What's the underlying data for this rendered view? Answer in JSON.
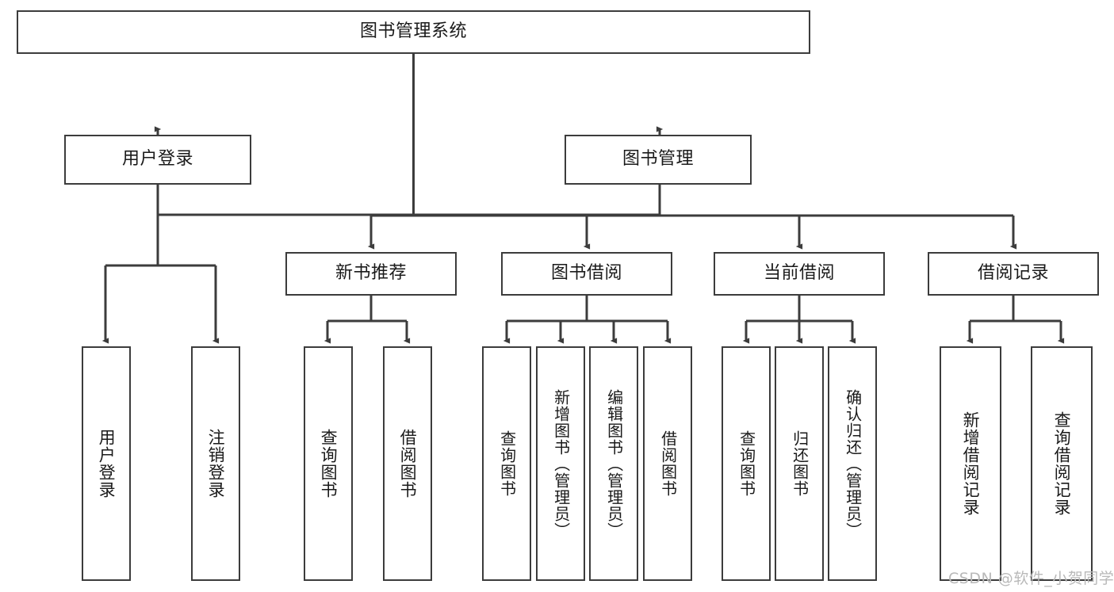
{
  "diagram": {
    "type": "tree",
    "title": "图书管理系统",
    "colors": {
      "stroke": "#3c3c3c",
      "background": "#ffffff",
      "text": "#1a1a1a",
      "watermark": "#b9b9b9"
    },
    "root": {
      "label": "图书管理系统"
    },
    "level2": [
      {
        "label": "用户登录"
      },
      {
        "label": "图书管理"
      }
    ],
    "level3": [
      {
        "label": "新书推荐"
      },
      {
        "label": "图书借阅"
      },
      {
        "label": "当前借阅"
      },
      {
        "label": "借阅记录"
      }
    ],
    "leaves": {
      "user_login": [
        {
          "label": "用户登录"
        },
        {
          "label": "注销登录"
        }
      ],
      "new_book_recommend": [
        {
          "label": "查询图书"
        },
        {
          "label": "借阅图书"
        }
      ],
      "book_borrow": [
        {
          "label": "查询图书"
        },
        {
          "label": "新增图书（管理员）"
        },
        {
          "label": "编辑图书（管理员）"
        },
        {
          "label": "借阅图书"
        }
      ],
      "current_borrow": [
        {
          "label": "查询图书"
        },
        {
          "label": "归还图书"
        },
        {
          "label": "确认归还（管理员）"
        }
      ],
      "borrow_record": [
        {
          "label": "新增借阅记录"
        },
        {
          "label": "查询借阅记录"
        }
      ]
    },
    "watermark": "CSDN @软件_小贺同学"
  }
}
